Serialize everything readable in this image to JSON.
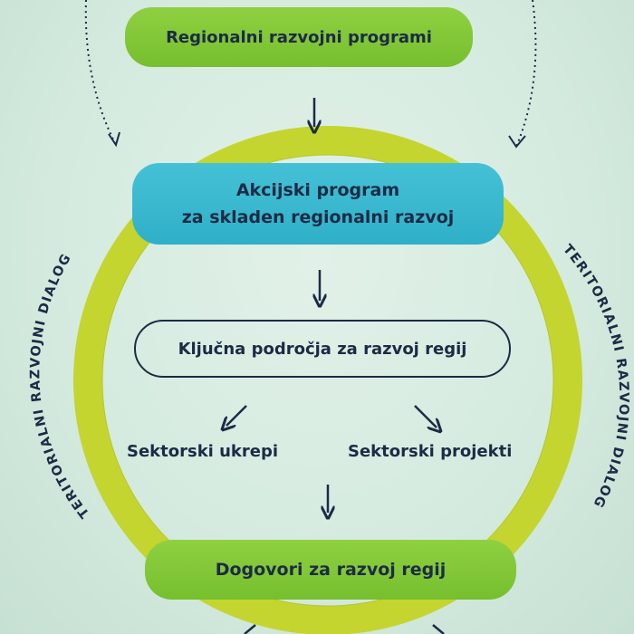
{
  "diagram": {
    "top_box": "Regionalni razvojni programi",
    "action_box": {
      "line1": "Akcijski program",
      "line2": "za skladen regionalni razvoj"
    },
    "key_box": "Ključna področja za razvoj regij",
    "sector_measures": "Sektorski ukrepi",
    "sector_projects": "Sektorski projekti",
    "bottom_box": "Dogovori za razvoj regij",
    "ring_left_text": "TERITORIALNI RAZVOJNI DIALOG",
    "ring_right_text": "TERITORIALNI RAZVOJNI DIALOG"
  },
  "colors": {
    "background": "#d5ebdf",
    "ring": "#c4d52f",
    "green_box": "#7fc535",
    "blue_box": "#38b8cd",
    "text": "#1c2b45"
  }
}
